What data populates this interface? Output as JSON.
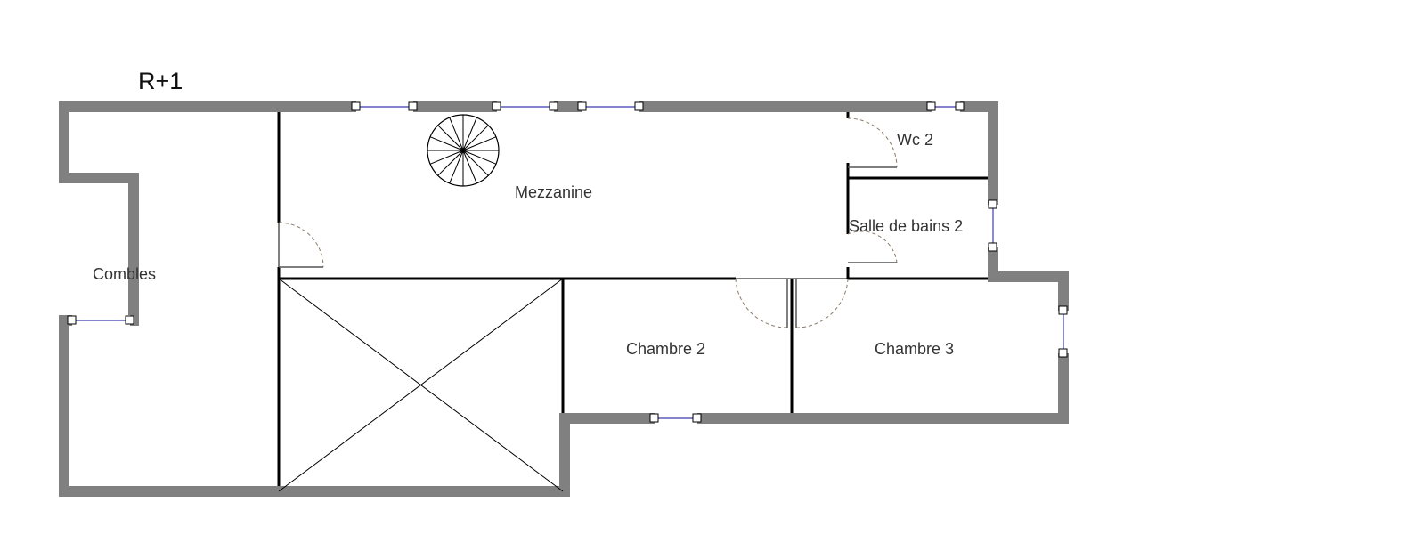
{
  "plan": {
    "level_title": "R+1",
    "rooms": {
      "combles": "Combles",
      "mezzanine": "Mezzanine",
      "wc": "Wc 2",
      "salle_de_bains": "Salle de bains 2",
      "chambre_2": "Chambre 2",
      "chambre_3": "Chambre 3"
    }
  },
  "colors": {
    "exterior_wall": "#808080",
    "partition": "#000000",
    "window": "#3b3bb0",
    "door_swing": "#8a7a6a"
  }
}
